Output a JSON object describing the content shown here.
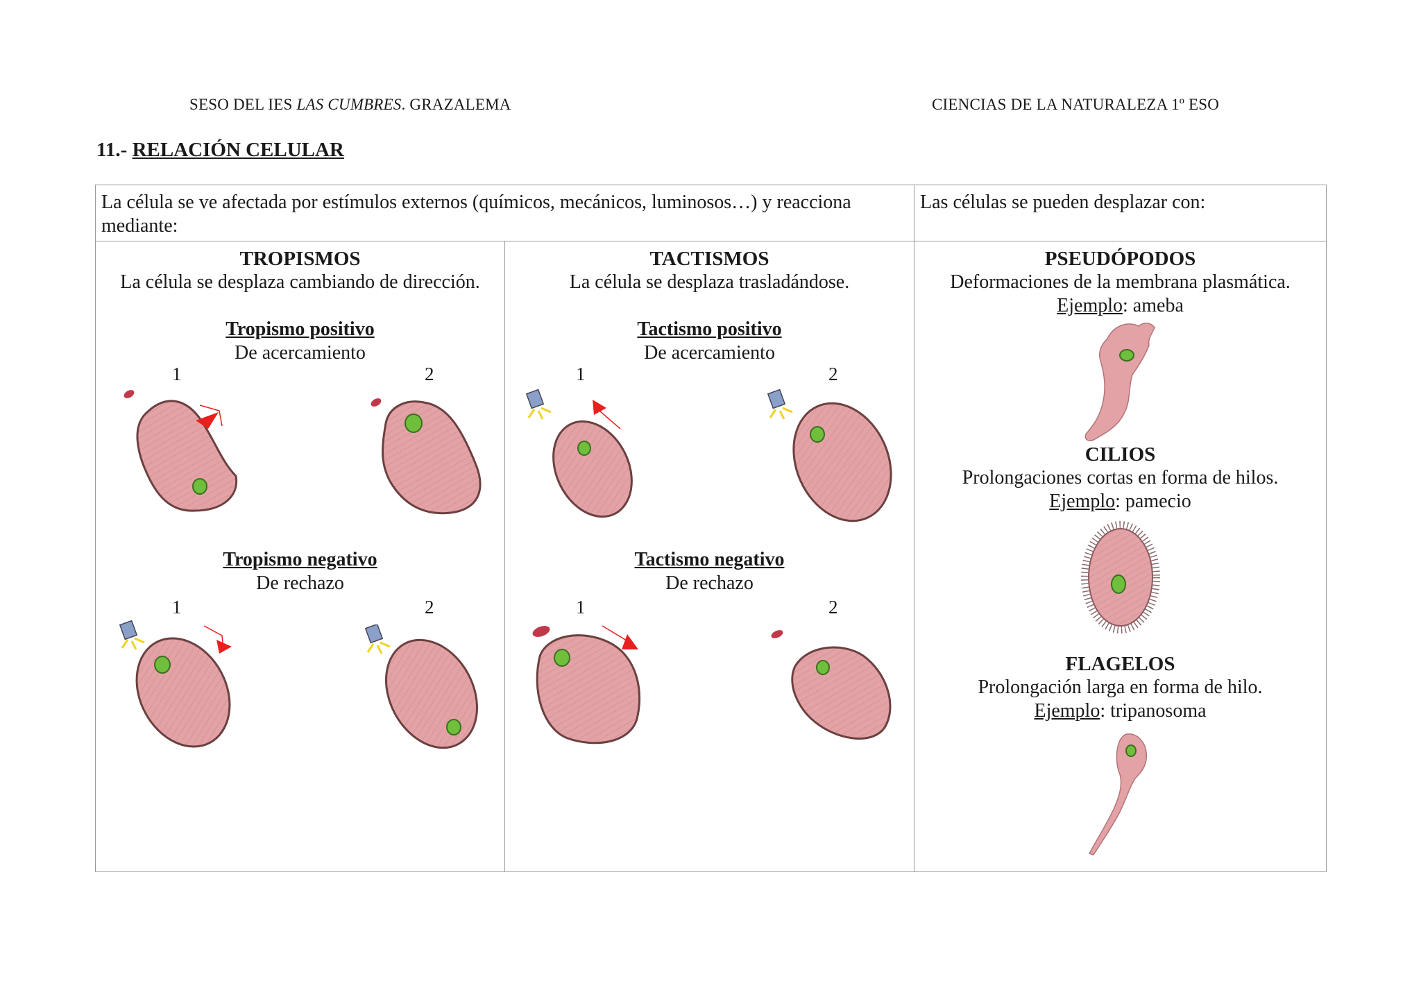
{
  "header": {
    "left_prefix": "SESO DEL IES ",
    "left_italic": "LAS CUMBRES",
    "left_suffix": ". GRAZALEMA",
    "right": "CIENCIAS DE LA NATURALEZA 1º ESO"
  },
  "title": {
    "number": "11.- ",
    "text": "RELACIÓN CELULAR"
  },
  "table": {
    "intro_left": "La célula se ve afectada por estímulos externos (químicos, mecánicos, luminosos…) y reacciona mediante:",
    "intro_right": "Las células se pueden desplazar con:",
    "tropismos": {
      "heading": "TROPISMOS",
      "desc": "La célula se desplaza cambiando de dirección.",
      "positive_title": "Tropismo positivo",
      "positive_desc": "De acercamiento",
      "negative_title": "Tropismo negativo",
      "negative_desc": "De rechazo",
      "n1": "1",
      "n2": "2"
    },
    "tactismos": {
      "heading": "TACTISMOS",
      "desc": "La célula se desplaza trasladándose.",
      "positive_title": "Tactismo positivo",
      "positive_desc": "De acercamiento",
      "negative_title": "Tactismo negativo",
      "negative_desc": "De rechazo",
      "n1": "1",
      "n2": "2"
    },
    "locomotion": {
      "pseudopodos": {
        "heading": "PSEUDÓPODOS",
        "desc": "Deformaciones de la membrana plasmática.",
        "ex_label": "Ejemplo",
        "ex_value": ": ameba"
      },
      "cilios": {
        "heading": "CILIOS",
        "desc": "Prolongaciones cortas en forma de hilos.",
        "ex_label": "Ejemplo",
        "ex_value": ": pamecio"
      },
      "flagelos": {
        "heading": "FLAGELOS",
        "desc": "Prolongación larga en forma de hilo.",
        "ex_label": "Ejemplo",
        "ex_value": ": tripanosoma"
      }
    }
  },
  "colors": {
    "cell_fill": "#e3a3a6",
    "cell_outline": "#6b4040",
    "nucleus": "#6fbf3c",
    "arrow": "#e8201e",
    "drop": "#c0394a",
    "light": "#f2d21e"
  }
}
